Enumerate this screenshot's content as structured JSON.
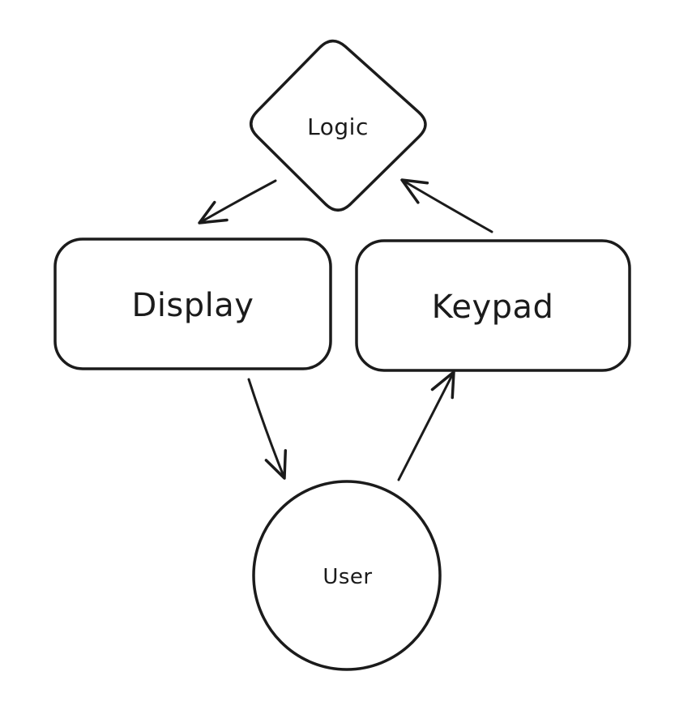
{
  "canvas": {
    "background_color": "#ffffff",
    "stroke_color": "#1b1b1b"
  },
  "diagram": {
    "nodes": [
      {
        "id": "logic",
        "label": "Logic",
        "shape": "diamond"
      },
      {
        "id": "display",
        "label": "Display",
        "shape": "rectangle"
      },
      {
        "id": "keypad",
        "label": "Keypad",
        "shape": "rectangle"
      },
      {
        "id": "user",
        "label": "User",
        "shape": "ellipse"
      }
    ],
    "edges": [
      {
        "from": "logic",
        "to": "display"
      },
      {
        "from": "display",
        "to": "user"
      },
      {
        "from": "user",
        "to": "keypad"
      },
      {
        "from": "keypad",
        "to": "logic"
      }
    ]
  }
}
